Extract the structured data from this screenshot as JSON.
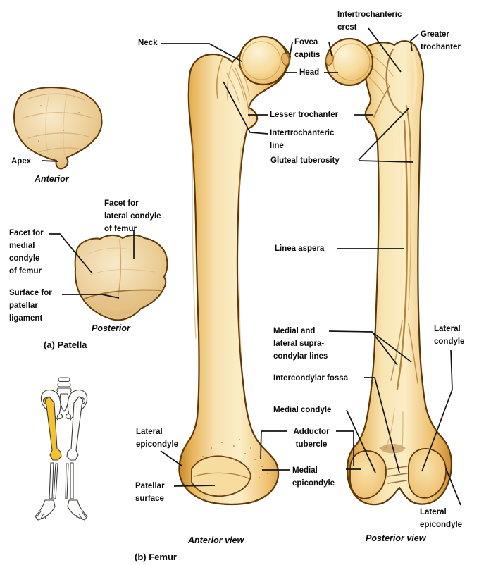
{
  "colors": {
    "background": "#FFFFFF",
    "bone_light": "#FBEDC6",
    "bone_mid": "#F2CE82",
    "bone_dark": "#CE8C30",
    "bone_outline": "#5E3708",
    "leader_line": "#141414",
    "label_text": "#0A0A0A",
    "inset_highlight": "#F4C22F"
  },
  "patella_section": {
    "caption": "(a) Patella",
    "anterior_caption": "Anterior",
    "posterior_caption": "Posterior",
    "labels": {
      "apex": "Apex",
      "facet_lateral": "Facet for\nlateral condyle\nof femur",
      "facet_medial": "Facet for\nmedial\ncondyle\nof femur",
      "surface_patellar_ligament": "Surface for\npatellar\nligament"
    }
  },
  "femur_section": {
    "caption": "(b) Femur",
    "anterior_view_caption": "Anterior view",
    "posterior_view_caption": "Posterior view",
    "labels": {
      "neck": "Neck",
      "fovea_capitis": "Fovea\ncapitis",
      "head": "Head",
      "intertrochanteric_crest": "Intertrochanteric\ncrest",
      "greater_trochanter": "Greater\ntrochanter",
      "lesser_trochanter": "Lesser trochanter",
      "intertrochanteric_line": "Intertrochanteric\nline",
      "gluteal_tuberosity": "Gluteal tuberosity",
      "linea_aspera": "Linea aspera",
      "supracondylar_lines": "Medial and\nlateral supra-\ncondylar lines",
      "lateral_condyle": "Lateral\ncondyle",
      "intercondylar_fossa": "Intercondylar fossa",
      "medial_condyle": "Medial condyle",
      "adductor_tubercle": "Adductor\ntubercle",
      "medial_epicondyle": "Medial\nepicondyle",
      "lateral_epicondyle_anterior": "Lateral\nepicondyle",
      "patellar_surface": "Patellar\nsurface",
      "lateral_epicondyle_posterior": "Lateral\nepicondyle"
    }
  }
}
